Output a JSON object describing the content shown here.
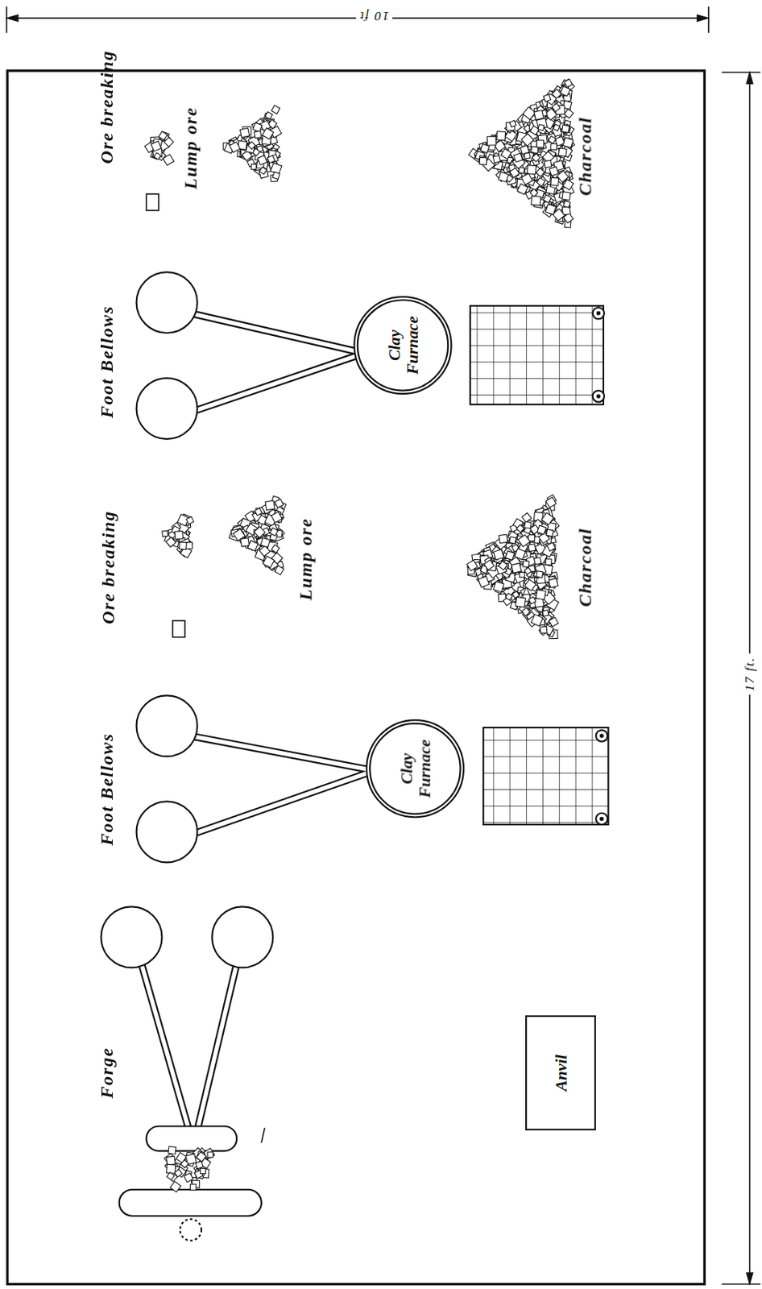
{
  "diagram": {
    "nodes": [
      {
        "text": [
          "Clay Furnace"
        ]
      },
      {
        "text": [
          "Clay Furnace"
        ]
      },
      {
        "text": [
          "Anvil"
        ]
      }
    ],
    "edges": [],
    "labels": [
      "10 ft",
      "17 ft.",
      "Foot Bellows",
      "Ore breaking",
      "Lump ore",
      "Charcoal",
      "Foot Bellows",
      "Ore breaking",
      "Lump ore",
      "Charcoal",
      "Forge"
    ]
  }
}
